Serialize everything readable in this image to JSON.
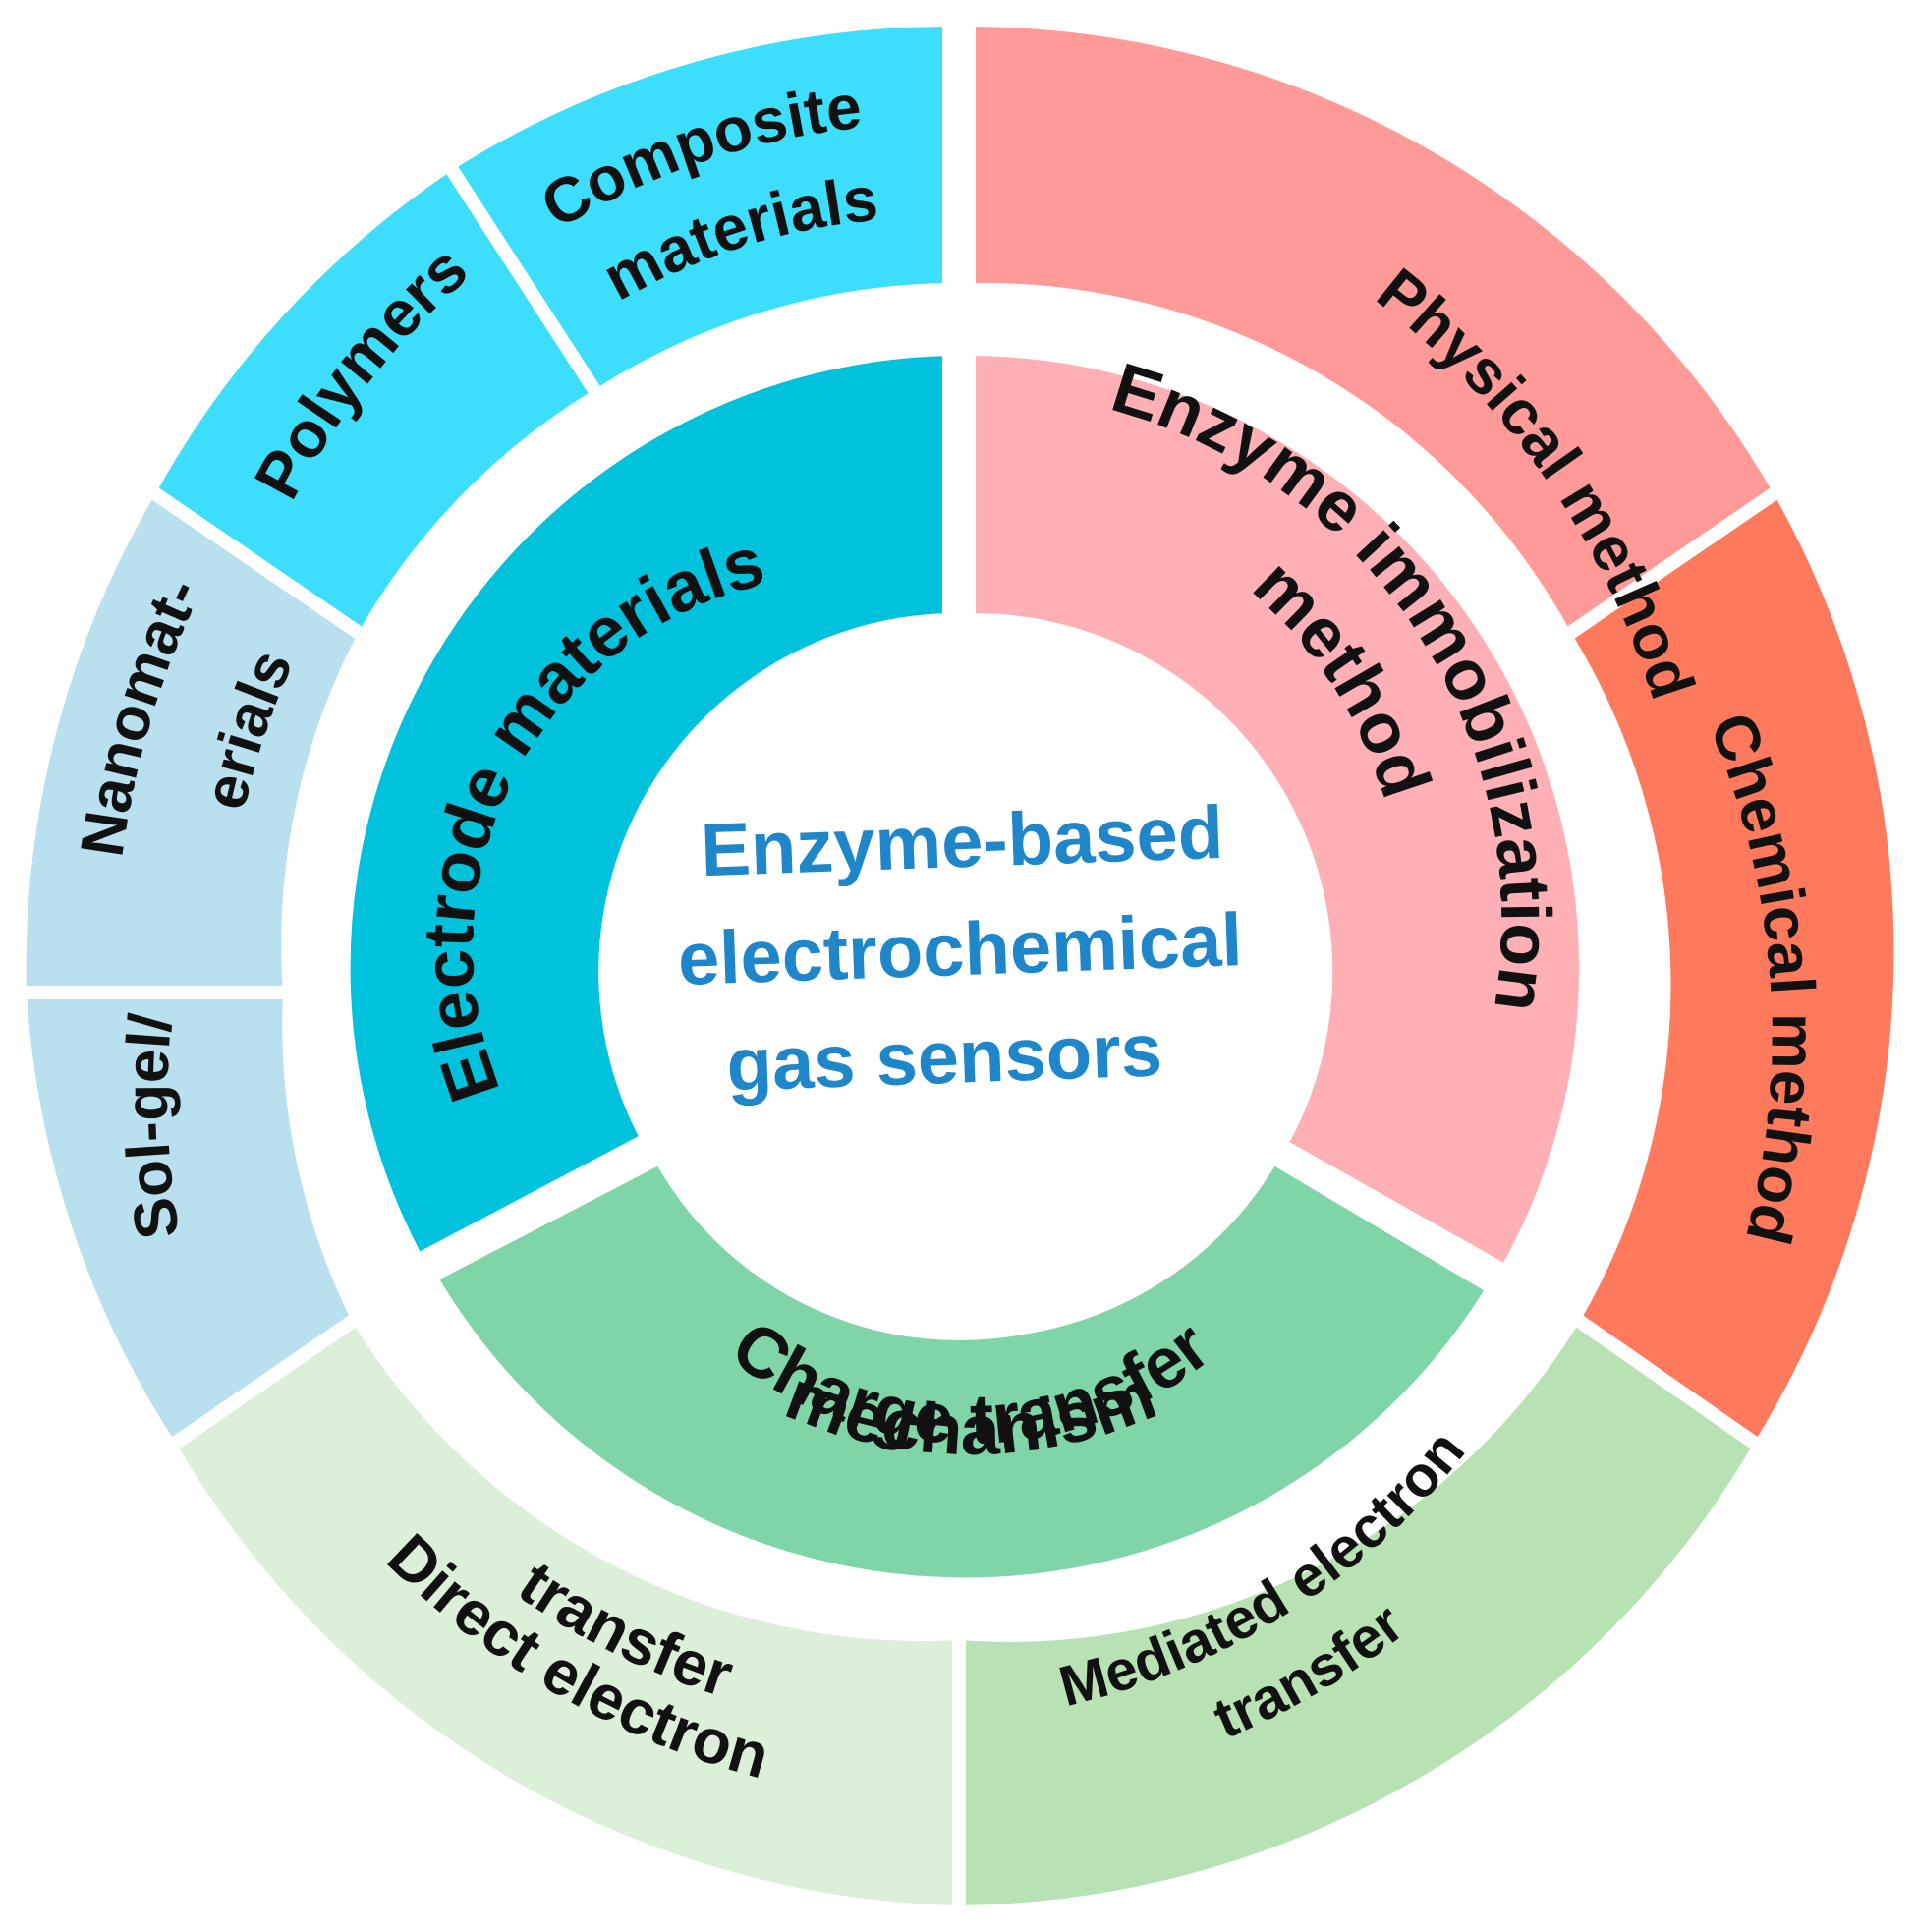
{
  "center": {
    "lines": [
      "Enzyme-based",
      "electrochemical",
      "gas sensors"
    ],
    "color": "#1F86C9"
  },
  "inner_ring": [
    {
      "id": "electrode",
      "label": "Electrode materials",
      "color": "#00C2DD"
    },
    {
      "id": "immobilization",
      "label_lines": [
        "Enzyme immobilization",
        "method"
      ],
      "color": "#FFAFB6"
    },
    {
      "id": "charge",
      "label_lines": [
        "Charge transfer",
        "mechanism"
      ],
      "color": "#7FD5A8"
    }
  ],
  "outer_ring": [
    {
      "id": "composite",
      "label_lines": [
        "Composite",
        "materials"
      ],
      "color": "#3DDDFC"
    },
    {
      "id": "polymers",
      "label": "Polymers",
      "color": "#3DDDFC"
    },
    {
      "id": "nanomaterials",
      "label_lines": [
        "Nanomat-",
        "erials"
      ],
      "color": "#B8E0EE"
    },
    {
      "id": "solgel",
      "label": "Sol-gel/",
      "color": "#B8E0EE"
    },
    {
      "id": "physical",
      "label": "Physical method",
      "color": "#FF9A98"
    },
    {
      "id": "chemical",
      "label": "Chemical method",
      "color": "#FF7A5C"
    },
    {
      "id": "direct",
      "label_lines": [
        "Direct electron",
        "transfer"
      ],
      "color": "#DCEFD8"
    },
    {
      "id": "mediated",
      "label_lines": [
        "Mediated electron",
        "transfer"
      ],
      "color": "#B9E2B4"
    }
  ]
}
